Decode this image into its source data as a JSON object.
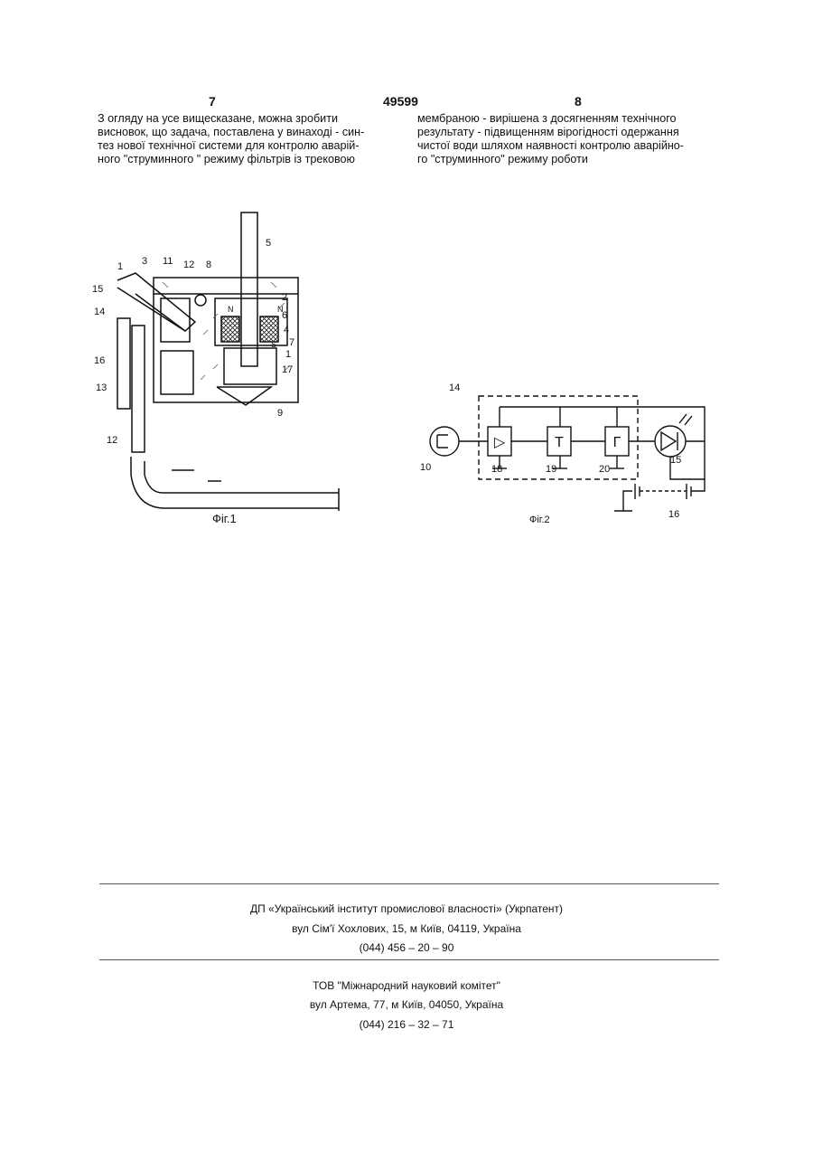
{
  "header": {
    "page_left": "7",
    "patent_number": "49599",
    "page_right": "8"
  },
  "text": {
    "col1_lines": [
      "З огляду на усе вищесказане, можна зробити",
      "висновок, що задача, поставлена у винаході - син-",
      "тез нової технічної системи для контролю аварій-",
      "ного \"струминного \" режиму фільтрів із трековою"
    ],
    "col2_lines": [
      "мембраною - вирішена з досягненням технічного",
      "результату - підвищенням вірогідності одержання",
      "чистої води шляхом наявності контролю аварійно-",
      "го \"струминного\" режиму роботи"
    ]
  },
  "fig1": {
    "caption": "Фіг.1",
    "labels": [
      "1",
      "3",
      "11",
      "12",
      "8",
      "5",
      "15",
      "2",
      "6",
      "4",
      "7",
      "1",
      "17",
      "14",
      "16",
      "13",
      "9",
      "12",
      "N",
      "N",
      "S",
      "S"
    ]
  },
  "fig2": {
    "caption": "Фіг.2",
    "block_labels": {
      "amp": "▷",
      "t": "Т",
      "g": "Г"
    },
    "labels": [
      "14",
      "10",
      "18",
      "19",
      "20",
      "15",
      "16"
    ]
  },
  "footer": {
    "org1": "ДП «Український інститут промислової власності» (Укрпатент)",
    "addr1": "вул  Сім'ї Хохлових, 15, м  Київ, 04119, Україна",
    "phone1": "(044) 456 – 20 –  90",
    "org2": "ТОВ \"Міжнародний науковий комітет\"",
    "addr2": "вул  Артема, 77, м  Київ, 04050, Україна",
    "phone2": "(044) 216 – 32 – 71"
  }
}
